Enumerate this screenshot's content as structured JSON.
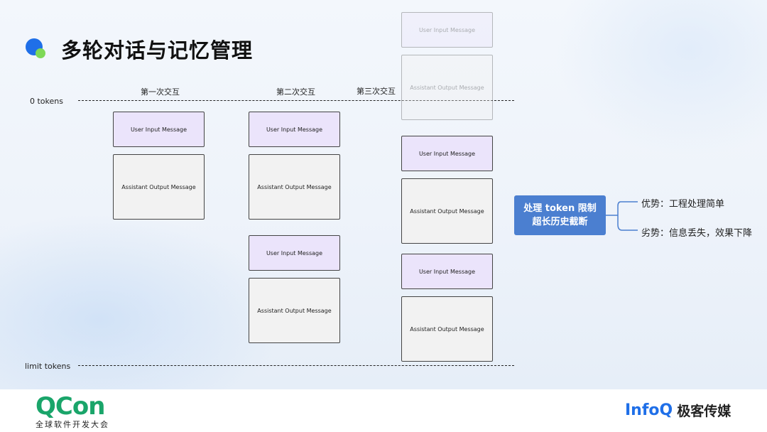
{
  "slide": {
    "title": "多轮对话与记忆管理",
    "token_top_label": "0 tokens",
    "token_bottom_label": "limit tokens",
    "columns": [
      {
        "label": "第一次交互"
      },
      {
        "label": "第二次交互"
      },
      {
        "label": "第三次交互"
      }
    ],
    "messages": {
      "user": "User Input Message",
      "assistant": "Assistant Output Message"
    },
    "strategy": {
      "line1": "处理 token 限制",
      "line2": "超长历史截断",
      "pros": "优势：工程处理简单",
      "cons": "劣势：信息丢失，效果下降"
    }
  },
  "footer": {
    "qcon_word": "QCon",
    "qcon_sub": "全球软件开发大会",
    "infoq_word": "InfoQ",
    "infoq_cn": "极客传媒"
  },
  "colors": {
    "accent_blue": "#4b7fd0",
    "brand_green": "#1aa56a",
    "infoq_blue": "#1f6fe8",
    "user_msg_bg": "#ebe4fb",
    "assistant_msg_bg": "#f2f2f2"
  }
}
